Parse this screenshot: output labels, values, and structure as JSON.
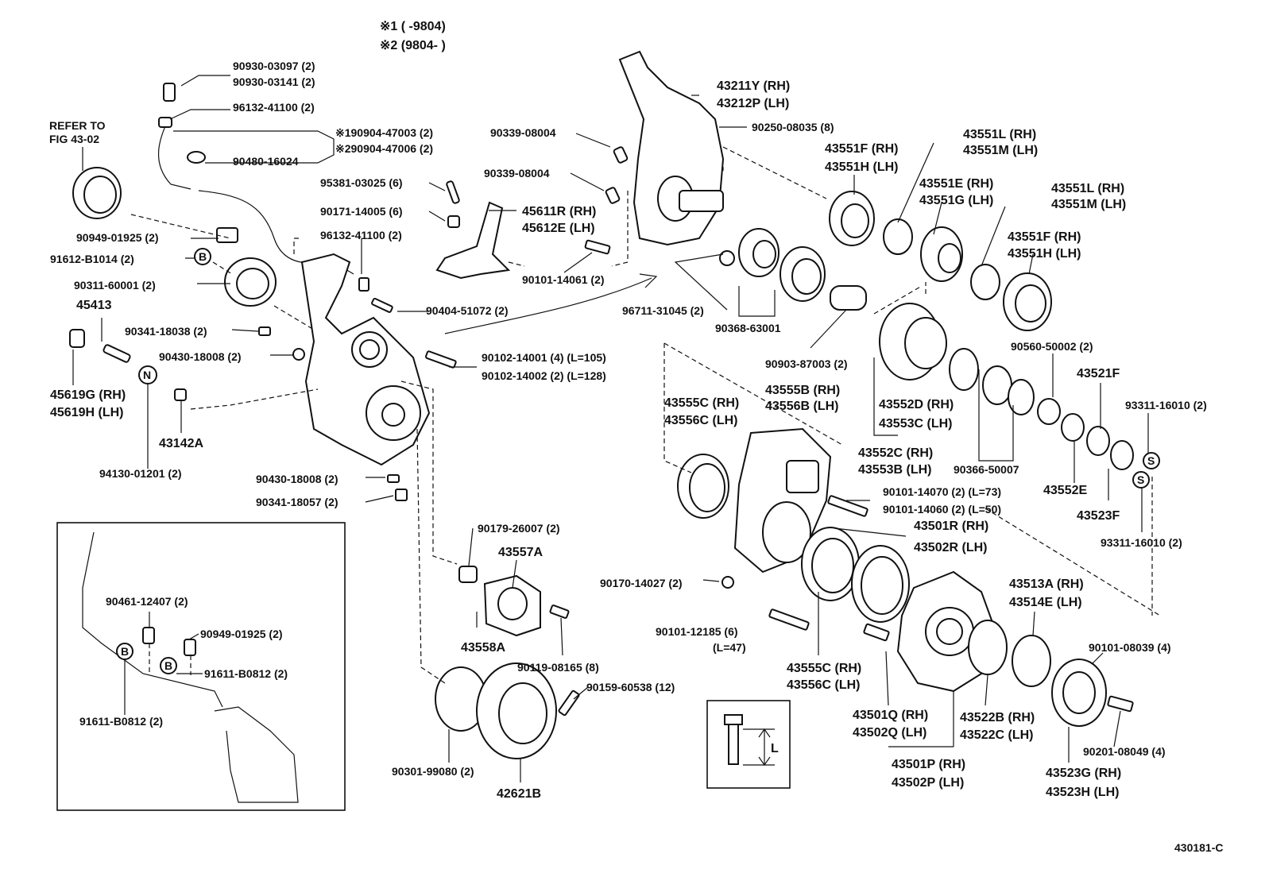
{
  "header": {
    "note1": "※1 (      -9804)",
    "note2": "※2 (9804-        )"
  },
  "refer": {
    "line1": "REFER TO",
    "line2": "FIG 43-02"
  },
  "labels": {
    "p90930_03097": "90930-03097 (2)",
    "p90930_03141": "90930-03141 (2)",
    "p96132_41100a": "96132-41100 (2)",
    "p90904_47003": "※190904-47003 (2)",
    "p90904_47006": "※290904-47006 (2)",
    "p90480_16024": "90480-16024",
    "p95381_03025": "95381-03025 (6)",
    "p90171_14005": "90171-14005 (6)",
    "p96132_41100b": "96132-41100 (2)",
    "p90949_01925a": "90949-01925 (2)",
    "p91612_B1014": "91612-B1014 (2)",
    "p90311_60001": "90311-60001 (2)",
    "p45413": "45413",
    "p90341_18038": "90341-18038 (2)",
    "p90430_18008a": "90430-18008 (2)",
    "p45619G": "45619G (RH)",
    "p45619H": "45619H (LH)",
    "p43142A": "43142A",
    "p94130_01201": "94130-01201 (2)",
    "p90430_18008b": "90430-18008 (2)",
    "p90341_18057": "90341-18057 (2)",
    "p90339_08004a": "90339-08004",
    "p90339_08004b": "90339-08004",
    "p45611R": "45611R (RH)",
    "p45612E": "45612E (LH)",
    "p90101_14061": "90101-14061 (2)",
    "p90404_51072": "90404-51072 (2)",
    "p90102_14001": "90102-14001 (4)  (L=105)",
    "p90102_14002": "90102-14002 (2)  (L=128)",
    "p43211Y": "43211Y (RH)",
    "p43212P": "43212P (LH)",
    "p90250_08035": "90250-08035 (8)",
    "p43551F_a": "43551F (RH)",
    "p43551H_a": "43551H (LH)",
    "p43551L_a": "43551L (RH)",
    "p43551M_a": "43551M (LH)",
    "p43551E": "43551E (RH)",
    "p43551G": "43551G (LH)",
    "p43551L_b": "43551L (RH)",
    "p43551M_b": "43551M (LH)",
    "p43551F_b": "43551F (RH)",
    "p43551H_b": "43551H (LH)",
    "p96711_31045": "96711-31045 (2)",
    "p90368_63001": "90368-63001",
    "p90903_87003": "90903-87003 (2)",
    "p90560_50002": "90560-50002 (2)",
    "p43521F": "43521F",
    "p93311_16010a": "93311-16010 (2)",
    "p43552D": "43552D (RH)",
    "p43553C": "43553C (LH)",
    "p43552C": "43552C (RH)",
    "p43553B": "43553B (LH)",
    "p90366_50007": "90366-50007",
    "p43552E": "43552E",
    "p43523F": "43523F",
    "p93311_16010b": "93311-16010 (2)",
    "p43555C_a": "43555C (RH)",
    "p43556C_a": "43556C (LH)",
    "p43555B": "43555B (RH)",
    "p43556B": "43556B (LH)",
    "p90101_14070": "90101-14070 (2)  (L=73)",
    "p90101_14060": "90101-14060 (2)  (L=50)",
    "p43501R": "43501R (RH)",
    "p43502R": "43502R (LH)",
    "p90170_14027": "90170-14027 (2)",
    "p43513A": "43513A (RH)",
    "p43514E": "43514E (LH)",
    "p90101_12185": "90101-12185 (6)",
    "p90101_12185_L": "(L=47)",
    "p43555C_b": "43555C (RH)",
    "p43556C_b": "43556C (LH)",
    "p90101_08039": "90101-08039 (4)",
    "p43501Q": "43501Q (RH)",
    "p43502Q": "43502Q (LH)",
    "p43522B": "43522B (RH)",
    "p43522C": "43522C (LH)",
    "p90201_08049": "90201-08049 (4)",
    "p43501P": "43501P (RH)",
    "p43502P": "43502P (LH)",
    "p43523G": "43523G (RH)",
    "p43523H": "43523H (LH)",
    "p90179_26007": "90179-26007 (2)",
    "p43557A": "43557A",
    "p43558A": "43558A",
    "p90119_08165": "90119-08165 (8)",
    "p90159_60538": "90159-60538 (12)",
    "p90301_99080": "90301-99080 (2)",
    "p42621B": "42621B",
    "p90461_12407": "90461-12407 (2)",
    "p90949_01925b": "90949-01925 (2)",
    "p91611_B0812a": "91611-B0812 (2)",
    "p91611_B0812b": "91611-B0812 (2)"
  },
  "markers": {
    "b": "B",
    "n": "N",
    "s": "S"
  },
  "legend": {
    "L": "L"
  },
  "figure_number": "430181-C"
}
